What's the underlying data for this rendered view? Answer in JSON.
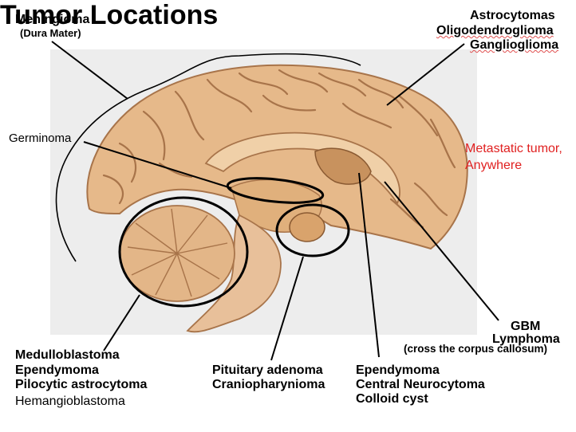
{
  "title": "Tumor Locations",
  "labels": {
    "meningioma": "Meningioma",
    "dura_mater": "(Dura Mater)",
    "germinoma": "Germinoma",
    "astrocytomas": "Astrocytomas",
    "oligodendroglioma": "Oligodendroglioma",
    "ganglioglioma": "Ganglioglioma",
    "metastatic_line1": "Metastatic tumor,",
    "metastatic_line2": "Anywhere",
    "gbm": "GBM",
    "lymphoma": "Lymphoma",
    "cross_corpus": "(cross the corpus callosum)",
    "medulloblastoma": "Medulloblastoma",
    "ependymoma_posterior": "Ependymoma",
    "pilocytic": "Pilocytic astrocytoma",
    "hemangioblastoma": "Hemangioblastoma",
    "pituitary_adenoma": "Pituitary adenoma",
    "craniopharyngioma": "Craniopharynioma",
    "ependymoma_ventricle": "Ependymoma",
    "central_neurocytoma": "Central Neurocytoma",
    "colloid_cyst": "Colloid cyst"
  },
  "colors": {
    "metastatic_text": "#e02020",
    "brain_tissue": "#e6b98a",
    "brain_sulci": "#a8744a",
    "panel_background": "#ededed"
  }
}
